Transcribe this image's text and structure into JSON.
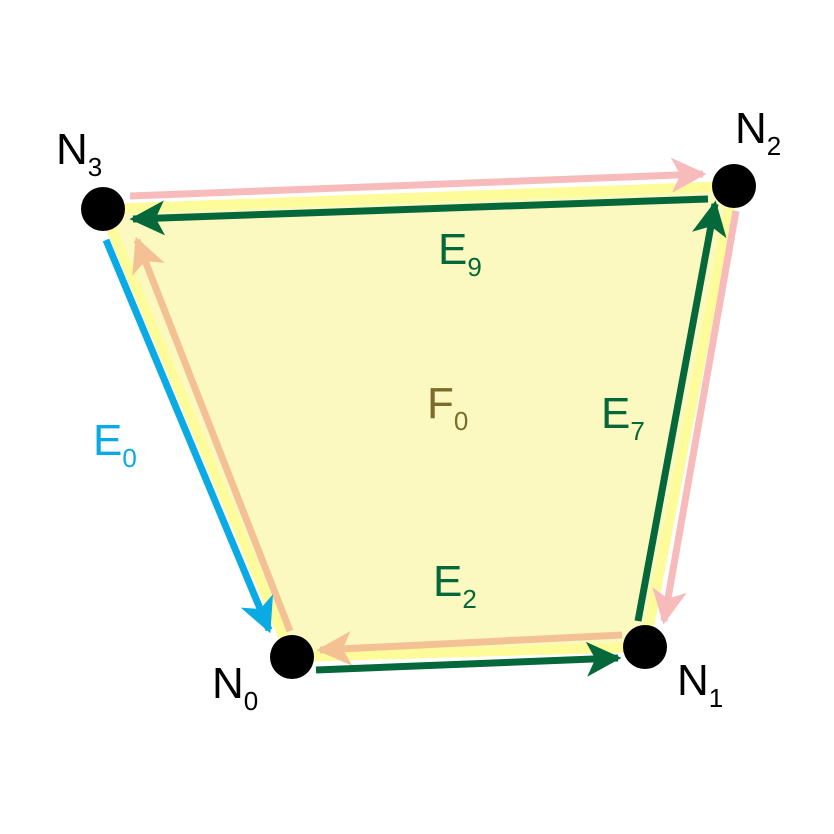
{
  "colors": {
    "face_fill": "#fbf9c0",
    "face_border": "#fdfb9a",
    "node": "#000000",
    "dark_green": "#05683a",
    "pink": "#f8bbbb",
    "orange": "#f4c194",
    "blue": "#0aaae4",
    "face_label": "#7b6c2c"
  },
  "nodes": [
    {
      "name": "N",
      "sub": "0"
    },
    {
      "name": "N",
      "sub": "1"
    },
    {
      "name": "N",
      "sub": "2"
    },
    {
      "name": "N",
      "sub": "3"
    }
  ],
  "face": {
    "name": "F",
    "sub": "0"
  },
  "edges": [
    {
      "name": "E",
      "sub": "0"
    },
    {
      "name": "E",
      "sub": "2"
    },
    {
      "name": "E",
      "sub": "7"
    },
    {
      "name": "E",
      "sub": "9"
    }
  ]
}
